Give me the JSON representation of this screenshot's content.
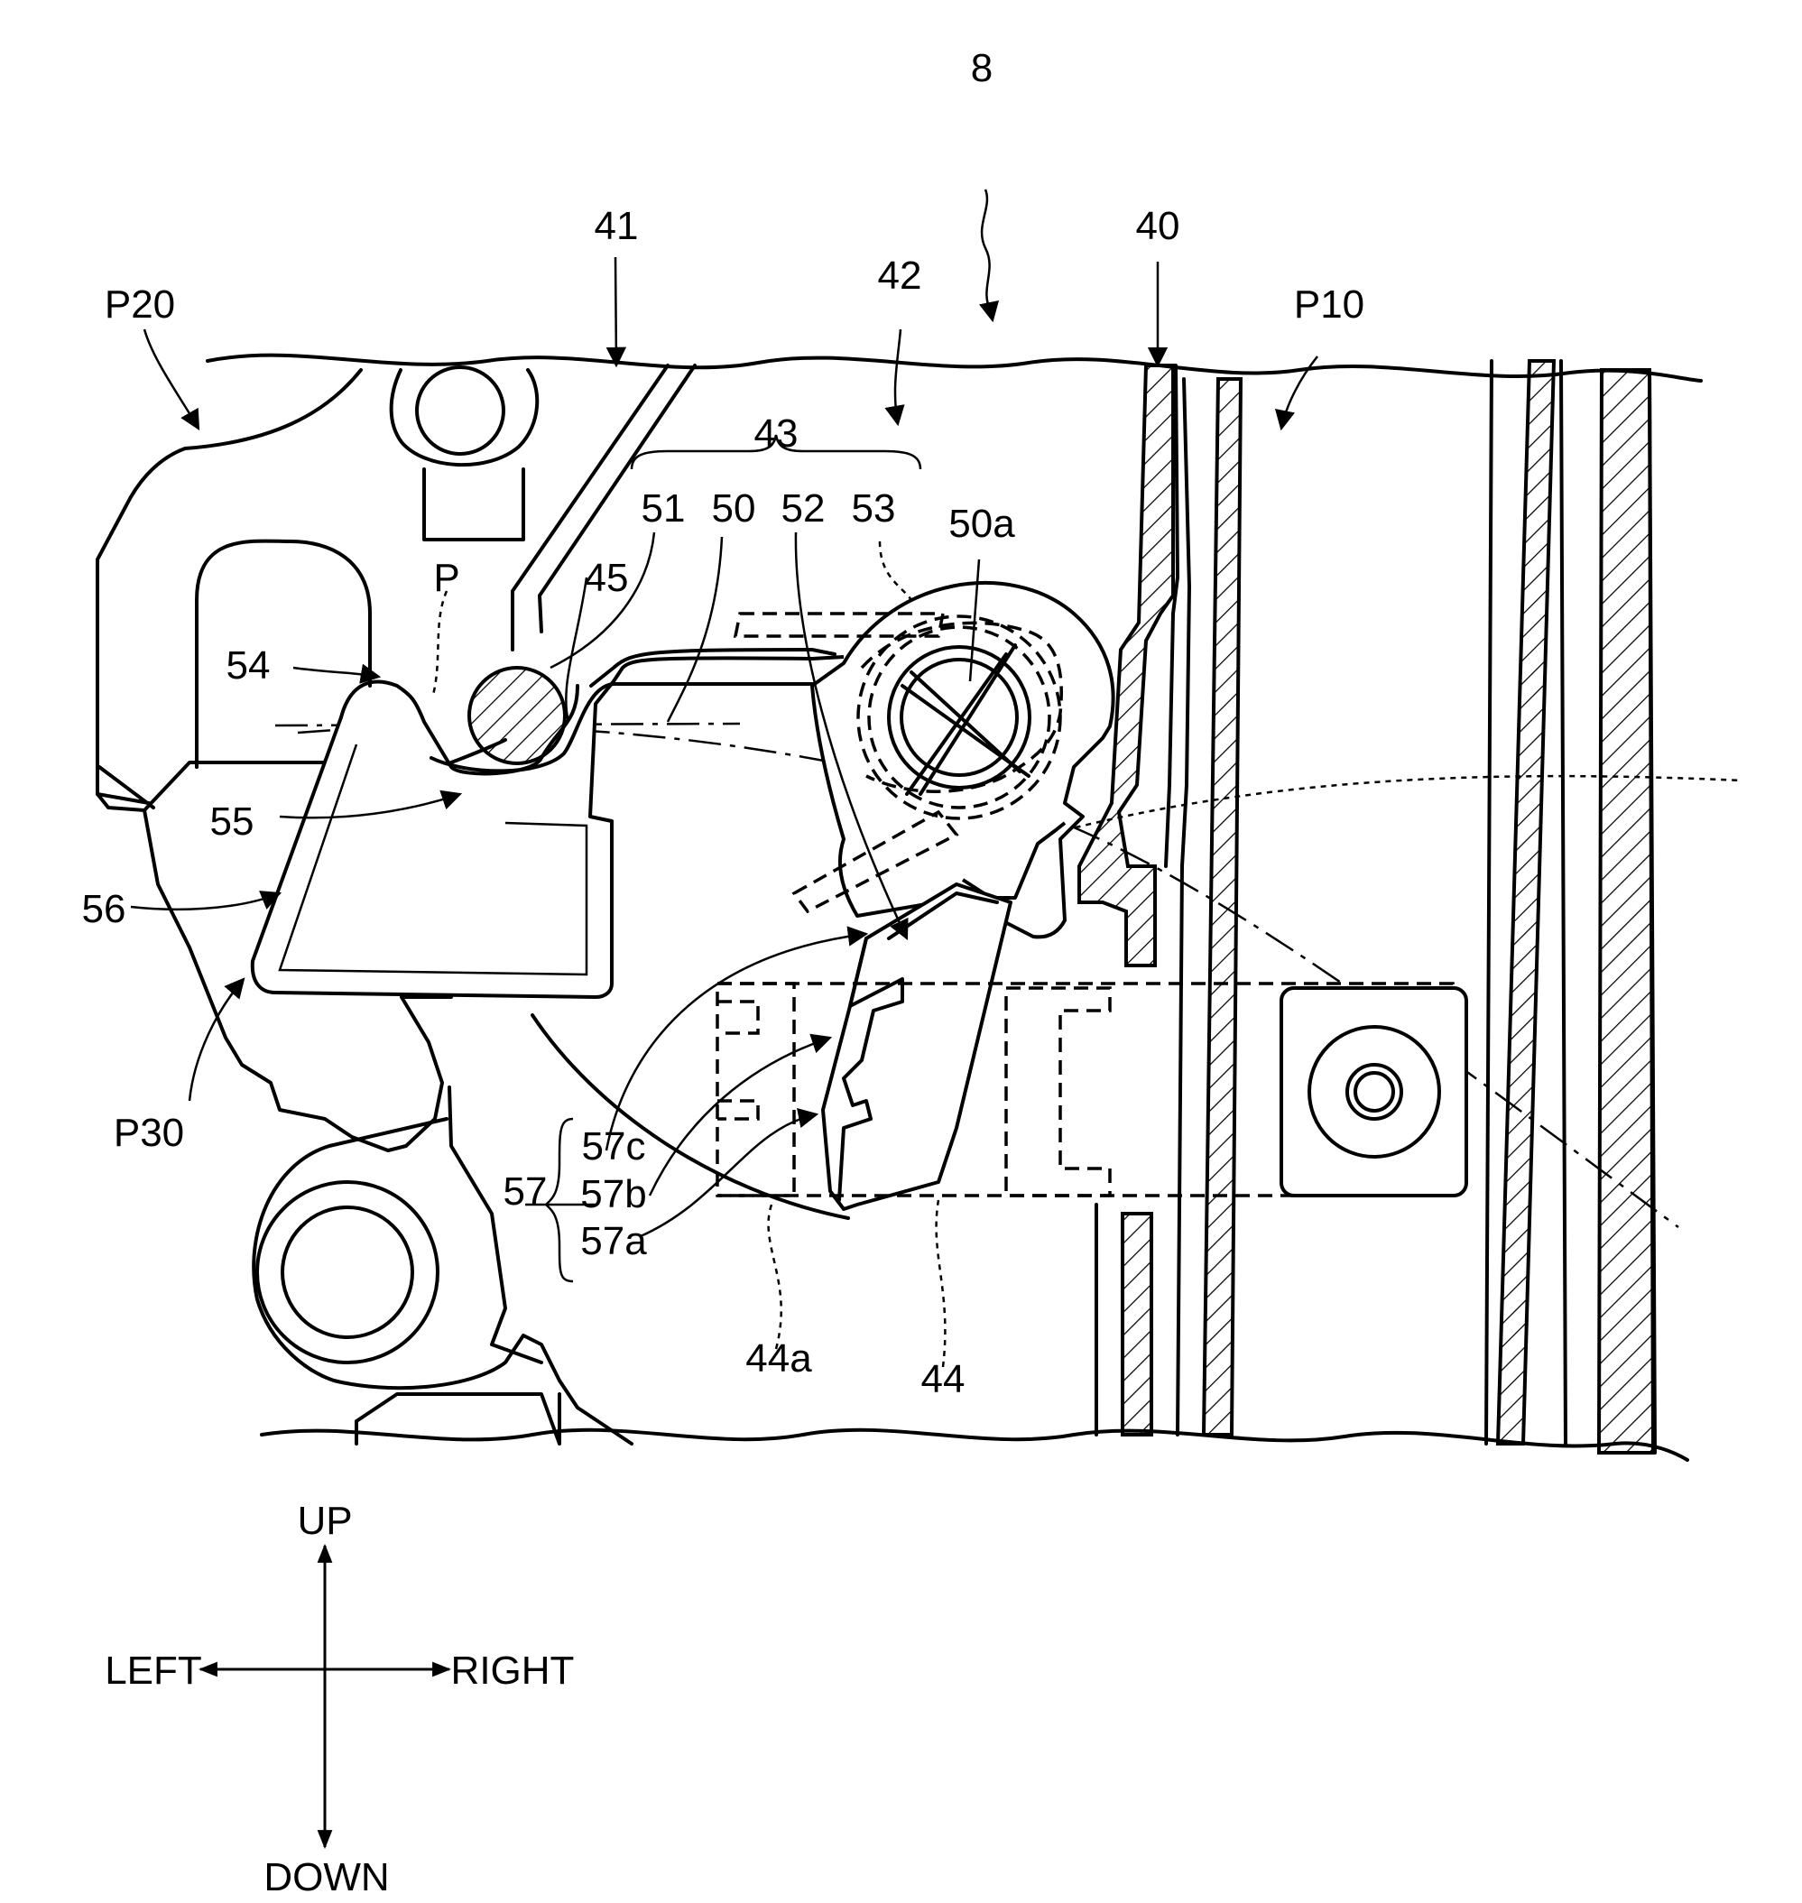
{
  "figure": {
    "assembly_ref": "8",
    "labels": {
      "P20": "P20",
      "P10": "P10",
      "P30": "P30",
      "P": "P",
      "n40": "40",
      "n41": "41",
      "n42": "42",
      "n43": "43",
      "n44": "44",
      "n44a": "44a",
      "n45": "45",
      "n50": "50",
      "n50a": "50a",
      "n51": "51",
      "n52": "52",
      "n53": "53",
      "n54": "54",
      "n55": "55",
      "n56": "56",
      "n57": "57",
      "n57a": "57a",
      "n57b": "57b",
      "n57c": "57c"
    },
    "directions": {
      "up": "UP",
      "down": "DOWN",
      "left": "LEFT",
      "right": "RIGHT"
    }
  }
}
